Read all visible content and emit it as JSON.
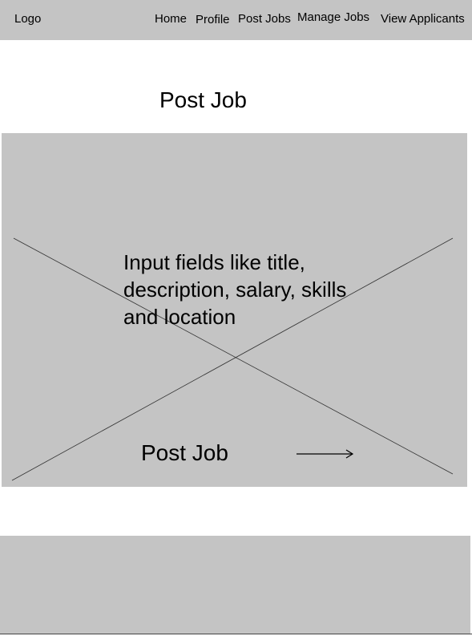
{
  "header": {
    "logo": "Logo",
    "nav": {
      "home": "Home",
      "profile": "Profile",
      "post_jobs": "Post Jobs",
      "manage_jobs": "Manage Jobs",
      "view_applicants": "View Applicants"
    }
  },
  "main": {
    "title": "Post Job",
    "form": {
      "description": "Input fields like title, description, salary, skills and location",
      "submit_label": "Post Job",
      "submit_icon": "arrow-right-icon"
    }
  },
  "colors": {
    "panel": "#c4c4c4",
    "background": "#ffffff",
    "text": "#000000"
  }
}
